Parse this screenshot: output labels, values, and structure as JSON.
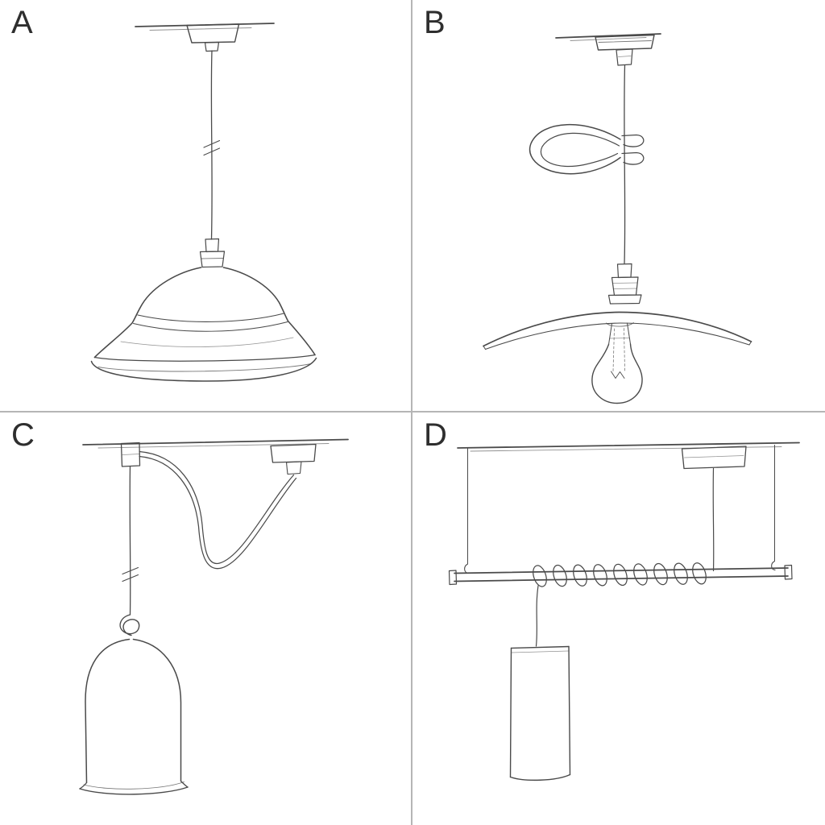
{
  "theme": {
    "background": "#ffffff",
    "divider_color": "#b5b5b5",
    "sketch_color": "#4a4a4a",
    "label_color": "#2e2e2e"
  },
  "panels": [
    {
      "label": "A",
      "sketch": "pendant-straight-cable-industrial-barn-shade"
    },
    {
      "label": "B",
      "sketch": "pendant-cable-loop-flat-saucer-shade-exposed-bulb"
    },
    {
      "label": "C",
      "sketch": "swag-pendant-ceiling-hook-bell-dome-shade"
    },
    {
      "label": "D",
      "sketch": "suspension-bar-coiled-cord-cylinder-shade"
    }
  ]
}
